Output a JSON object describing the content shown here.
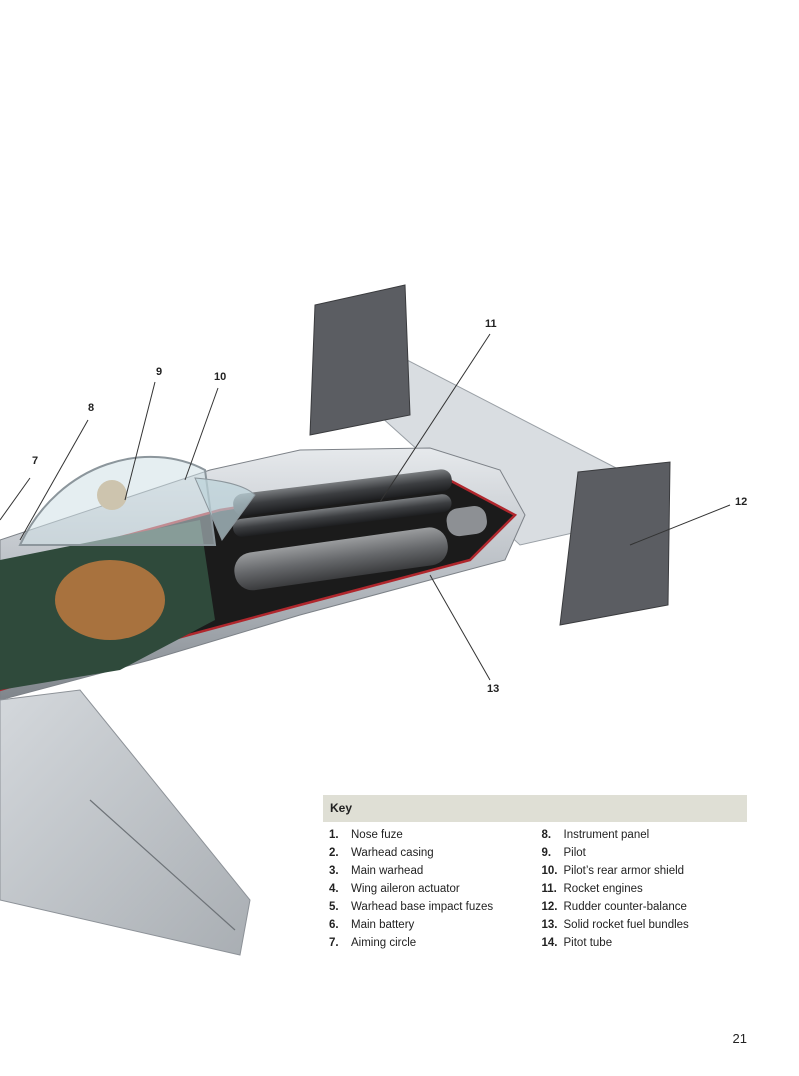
{
  "callouts": {
    "c7": "7",
    "c8": "8",
    "c9": "9",
    "c10": "10",
    "c11": "11",
    "c12": "12",
    "c13": "13"
  },
  "key": {
    "title": "Key",
    "left_items": [
      {
        "num": "1.",
        "label": "Nose fuze"
      },
      {
        "num": "2.",
        "label": "Warhead casing"
      },
      {
        "num": "3.",
        "label": "Main warhead"
      },
      {
        "num": "4.",
        "label": "Wing aileron actuator"
      },
      {
        "num": "5.",
        "label": "Warhead base impact fuzes"
      },
      {
        "num": "6.",
        "label": "Main battery"
      },
      {
        "num": "7.",
        "label": "Aiming circle"
      }
    ],
    "right_items": [
      {
        "num": "8.",
        "label": "Instrument panel"
      },
      {
        "num": "9.",
        "label": "Pilot"
      },
      {
        "num": "10.",
        "label": "Pilot’s rear armor shield"
      },
      {
        "num": "11.",
        "label": "Rocket engines"
      },
      {
        "num": "12.",
        "label": "Rudder counter-balance"
      },
      {
        "num": "13.",
        "label": "Solid rocket fuel bundles"
      },
      {
        "num": "14.",
        "label": "Pitot tube"
      }
    ]
  },
  "page_number": "21",
  "colors": {
    "cutaway_outline": "#b0272d",
    "airframe": "#c9ced3",
    "tail_fin": "#5b5d62",
    "key_header_bg": "#dfdfd5"
  }
}
